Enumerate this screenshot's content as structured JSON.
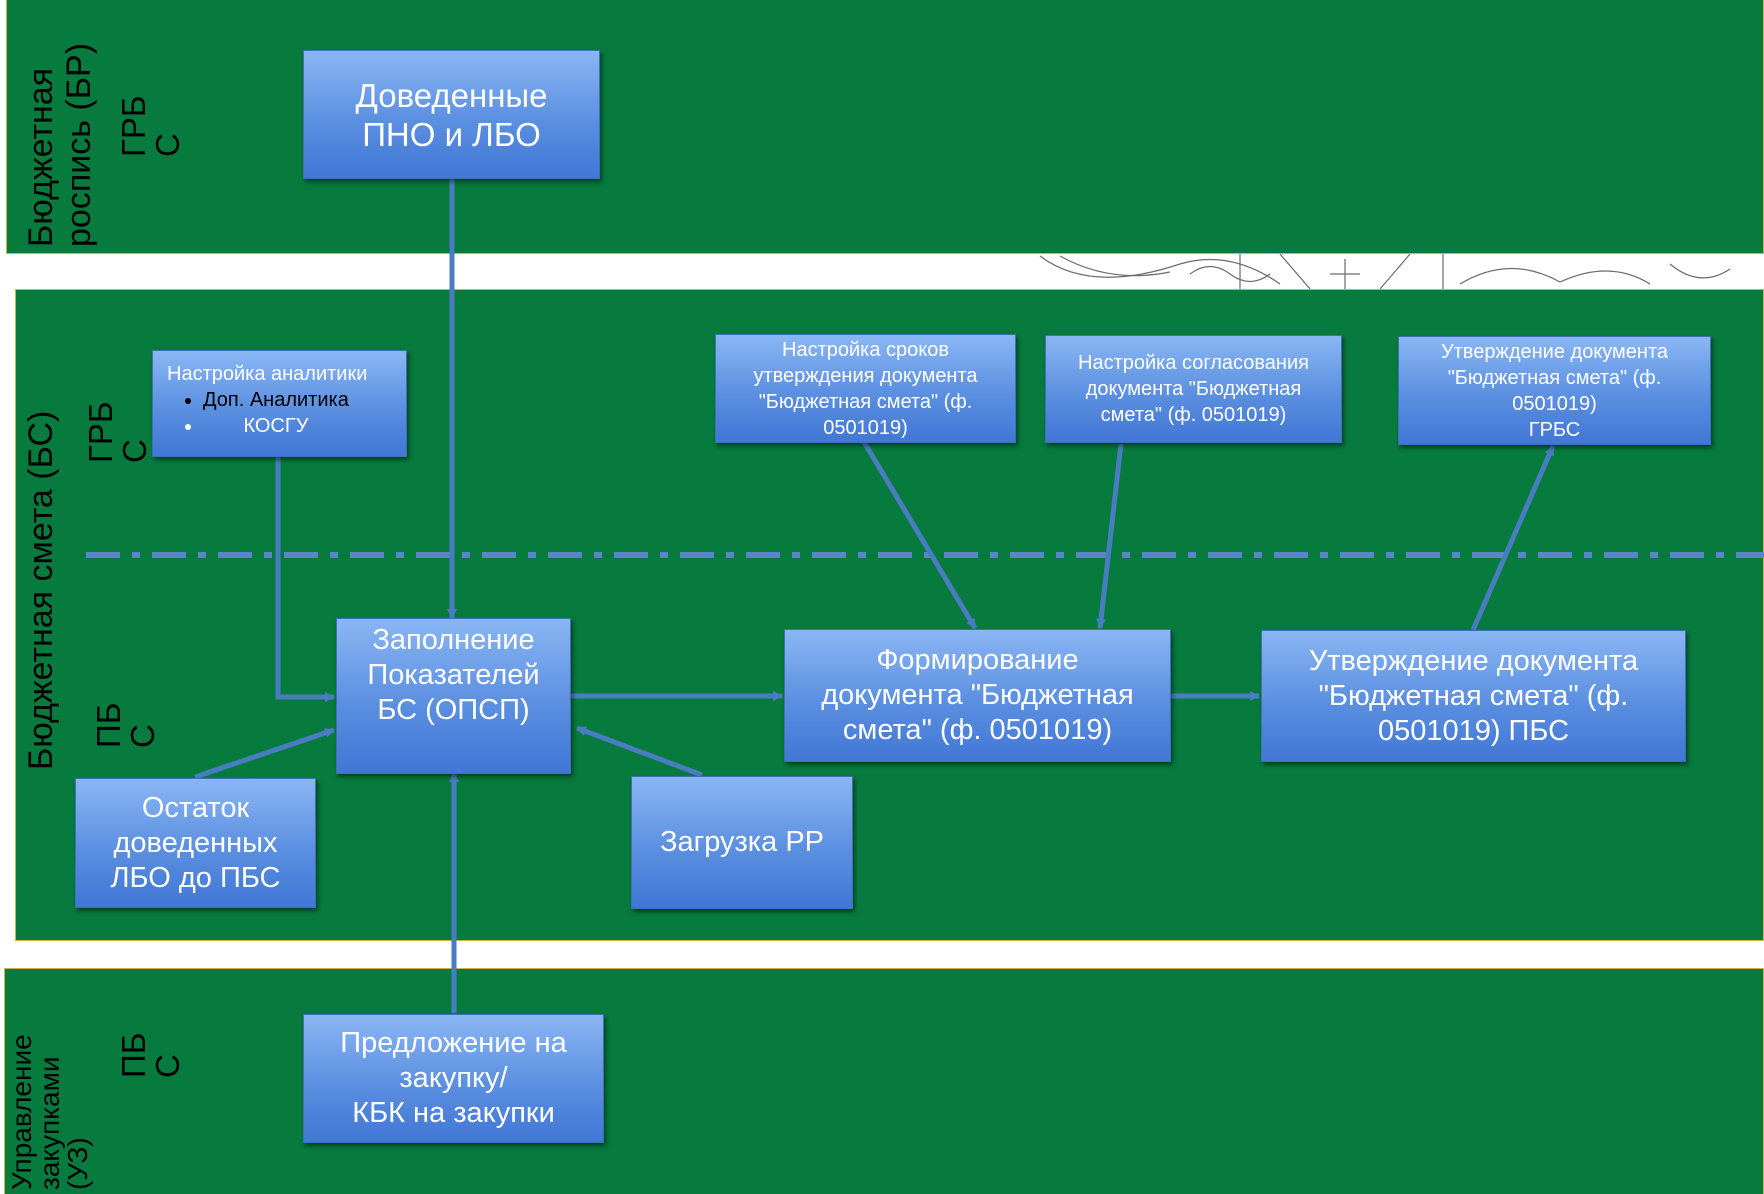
{
  "lanes": {
    "br": {
      "label_line1": "Бюджетная",
      "label_line2": "роспись (БР)",
      "role_line1": "ГРБ",
      "role_line2": "С"
    },
    "bs": {
      "label": "Бюджетная смета (БС)",
      "role_top_line1": "ГРБ",
      "role_top_line2": "С",
      "role_bottom_line1": "ПБ",
      "role_bottom_line2": "С"
    },
    "uz": {
      "label_line1": "Управление",
      "label_line2": "закупками",
      "label_line3": "(УЗ)",
      "role_line1": "ПБ",
      "role_line2": "С"
    }
  },
  "nodes": {
    "dovedennye": {
      "line1": "Доведенные",
      "line2": "ПНО и ЛБО"
    },
    "analytics": {
      "title": "Настройка аналитики",
      "items": [
        "Доп. Аналитика",
        "КОСГУ"
      ]
    },
    "srok": {
      "line1": "Настройка сроков",
      "line2": "утверждения документа",
      "line3": "\"Бюджетная смета\" (ф.",
      "line4": "0501019)"
    },
    "soglas": {
      "line1": "Настройка согласования",
      "line2": "документа \"Бюджетная",
      "line3": "смета\" (ф. 0501019)"
    },
    "utv_grbs": {
      "line1": "Утверждение документа",
      "line2": "\"Бюджетная смета\" (ф.",
      "line3": "0501019)",
      "line4": "ГРБС"
    },
    "zapolnenie": {
      "line1": "Заполнение",
      "line2": "Показателей",
      "line3": "БС (ОПСП)"
    },
    "formirovanie": {
      "line1": "Формирование",
      "line2": "документа \"Бюджетная",
      "line3": "смета\" (ф. 0501019)"
    },
    "utv_pbs": {
      "line1": "Утверждение документа",
      "line2": "\"Бюджетная смета\" (ф.",
      "line3": "0501019) ПБС"
    },
    "ostatok": {
      "line1": "Остаток",
      "line2": "доведенных",
      "line3": "ЛБО до ПБС"
    },
    "zagruzka": {
      "line1": "Загрузка РР"
    },
    "predlozhenie": {
      "line1": "Предложение на",
      "line2": "закупку/",
      "line3": "КБК на закупки"
    }
  },
  "colors": {
    "lane": "#077a3d",
    "box_top": "#8ab6f4",
    "box_bottom": "#4177d6",
    "arrow": "#4a7cc2",
    "divider": "#5a86c8"
  }
}
